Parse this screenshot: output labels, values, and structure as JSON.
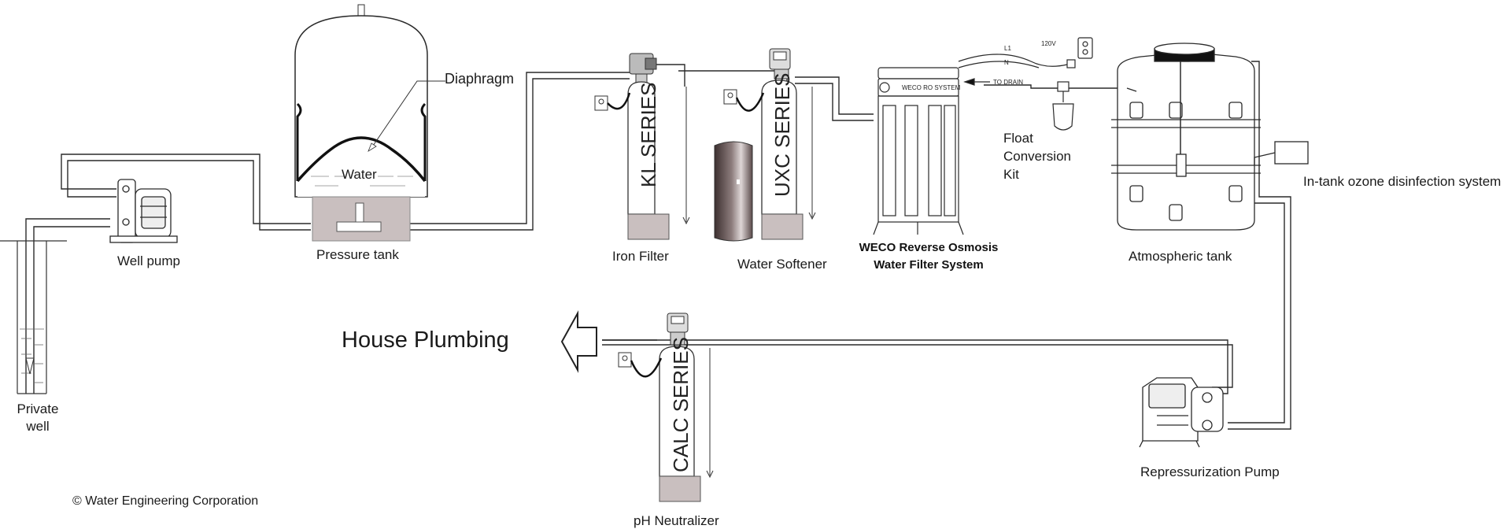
{
  "labels": {
    "diaphragm": "Diaphragm",
    "water": "Water",
    "well_pump": "Well pump",
    "pressure_tank": "Pressure tank",
    "iron_filter": "Iron Filter",
    "water_softener": "Water Softener",
    "ro_line1": "WECO Reverse Osmosis",
    "ro_line2": "Water Filter System",
    "float_line1": "Float",
    "float_line2": "Conversion",
    "float_line3": "Kit",
    "atmospheric_tank": "Atmospheric tank",
    "ozone": "In-tank ozone disinfection system",
    "house_plumbing": "House Plumbing",
    "private_line1": "Private",
    "private_line2": "well",
    "repressurization_pump": "Repressurization Pump",
    "ph_neutralizer": "pH Neutralizer",
    "copyright": "© Water Engineering Corporation"
  },
  "tank_text": {
    "kl": "KL SERIES",
    "uxc": "UXC SERIES",
    "calc": "CALC SERIES",
    "ro_header": "WECO RO SYSTEM",
    "to_drain": "TO DRAIN",
    "volt": "120V",
    "l1": "L1",
    "n": "N"
  },
  "colors": {
    "line": "#2a2a2a",
    "tank_base": "#c9bfbf",
    "brine_dark": "#4a3b3b"
  }
}
